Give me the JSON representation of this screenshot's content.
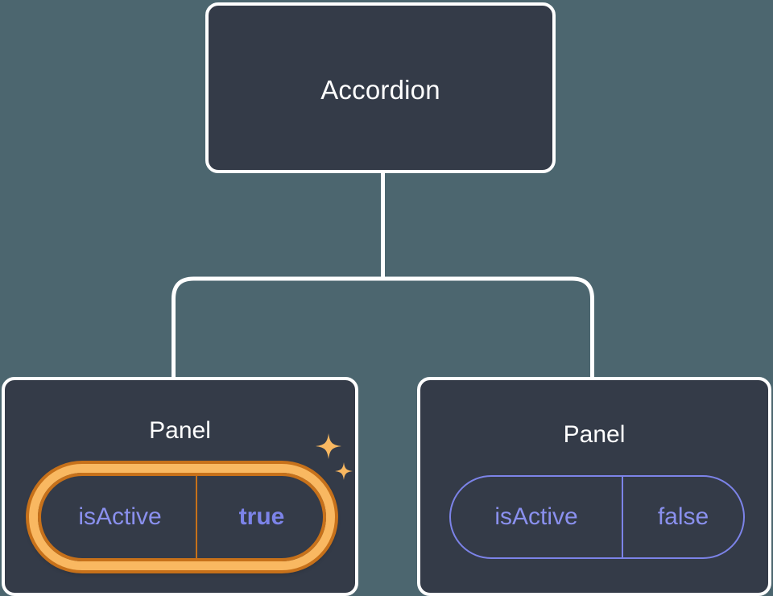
{
  "diagram": {
    "type": "component-tree",
    "background_color": "#4c666f",
    "node_fill_color": "#343b48",
    "node_border_color": "#ffffff",
    "connector_color": "#ffffff",
    "highlight_color": "#f9b861",
    "highlight_outline_color": "#c7711a",
    "prop_text_color": "#8a90ee",
    "prop_value_color": "#7c83e8",
    "nodes": [
      {
        "id": "accordion",
        "label": "Accordion",
        "level": 0,
        "highlighted": false,
        "props": []
      },
      {
        "id": "panel-left",
        "label": "Panel",
        "level": 1,
        "highlighted": true,
        "props": [
          {
            "key": "isActive",
            "value": "true",
            "emphasized": true
          }
        ]
      },
      {
        "id": "panel-right",
        "label": "Panel",
        "level": 1,
        "highlighted": false,
        "props": [
          {
            "key": "isActive",
            "value": "false",
            "emphasized": false
          }
        ]
      }
    ],
    "edges": [
      {
        "from": "accordion",
        "to": "panel-left"
      },
      {
        "from": "accordion",
        "to": "panel-right"
      }
    ],
    "decorations": [
      {
        "name": "sparkle-icon",
        "size": "large",
        "color": "#f9b861"
      },
      {
        "name": "sparkle-icon",
        "size": "small",
        "color": "#f9b861"
      }
    ]
  }
}
